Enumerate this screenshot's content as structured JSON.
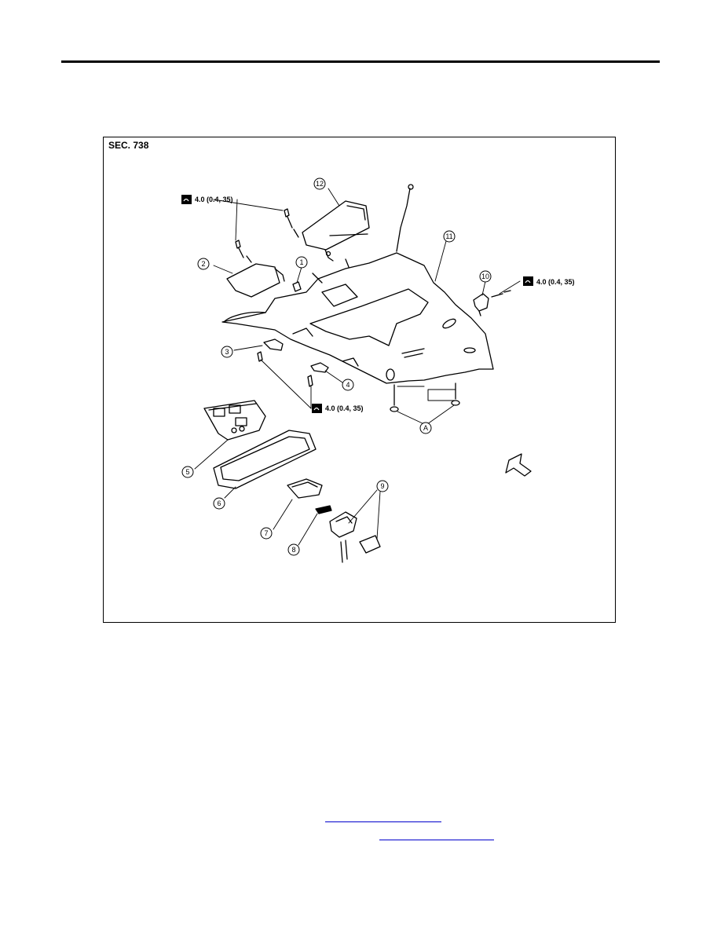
{
  "section_label": "SEC. 738",
  "torque_spec": "4.0 (0.4, 35)",
  "callouts": {
    "c1": "1",
    "c2": "2",
    "c3": "3",
    "c4": "4",
    "c5": "5",
    "c6": "6",
    "c7": "7",
    "c8": "8",
    "c9": "9",
    "c10": "10",
    "c11": "11",
    "c12": "12",
    "cA": "A"
  },
  "colors": {
    "line": "#000000",
    "link": "#0000cc"
  }
}
